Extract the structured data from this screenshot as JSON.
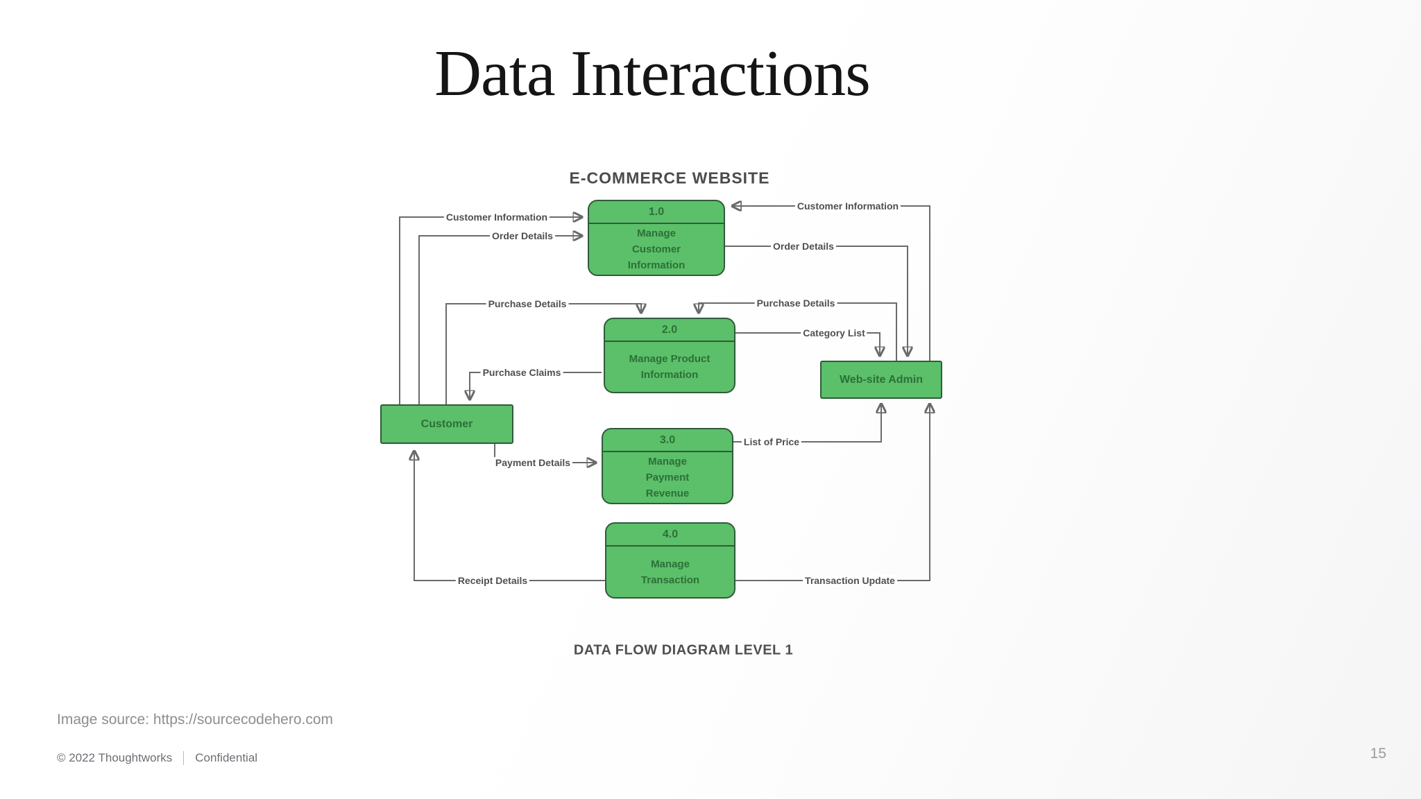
{
  "slide": {
    "title": "Data Interactions",
    "image_source": "Image source: https://sourcecodehero.com",
    "footer": {
      "copyright": "© 2022 Thoughtworks",
      "confidential": "Confidential"
    },
    "page_number": "15"
  },
  "diagram": {
    "title": "E-COMMERCE WEBSITE",
    "caption": "DATA FLOW DIAGRAM LEVEL 1",
    "type": "data-flow-diagram",
    "colors": {
      "process-fill": "#5cbf69",
      "process-border": "#2f5b3b",
      "process-text": "#2b7038",
      "line": "#6a6a6a",
      "label-text": "#4f4f4f"
    },
    "processes": [
      {
        "id": "1.0",
        "name": "Manage\nCustomer\nInformation"
      },
      {
        "id": "2.0",
        "name": "Manage Product\nInformation"
      },
      {
        "id": "3.0",
        "name": "Manage\nPayment\nRevenue"
      },
      {
        "id": "4.0",
        "name": "Manage\nTransaction"
      }
    ],
    "entities": [
      {
        "name": "Customer"
      },
      {
        "name": "Web-site Admin"
      }
    ],
    "flows": [
      {
        "label": "Customer Information",
        "from": "Customer",
        "to": "Manage Customer Information"
      },
      {
        "label": "Order Details",
        "from": "Customer",
        "to": "Manage Customer Information"
      },
      {
        "label": "Customer Information",
        "from": "Web-site Admin",
        "to": "Manage Customer Information"
      },
      {
        "label": "Order Details",
        "from": "Manage Customer Information",
        "to": "Web-site Admin"
      },
      {
        "label": "Purchase Details",
        "from": "Customer",
        "to": "Manage Product Information"
      },
      {
        "label": "Purchase Details",
        "from": "Web-site Admin",
        "to": "Manage Product Information"
      },
      {
        "label": "Purchase Claims",
        "from": "Manage Product Information",
        "to": "Customer"
      },
      {
        "label": "Category List",
        "from": "Manage Product Information",
        "to": "Web-site Admin"
      },
      {
        "label": "Payment Details",
        "from": "Customer",
        "to": "Manage Payment Revenue"
      },
      {
        "label": "List of Price",
        "from": "Manage Payment Revenue",
        "to": "Web-site Admin"
      },
      {
        "label": "Receipt Details",
        "from": "Manage Transaction",
        "to": "Customer"
      },
      {
        "label": "Transaction Update",
        "from": "Manage Transaction",
        "to": "Web-site Admin"
      }
    ]
  }
}
